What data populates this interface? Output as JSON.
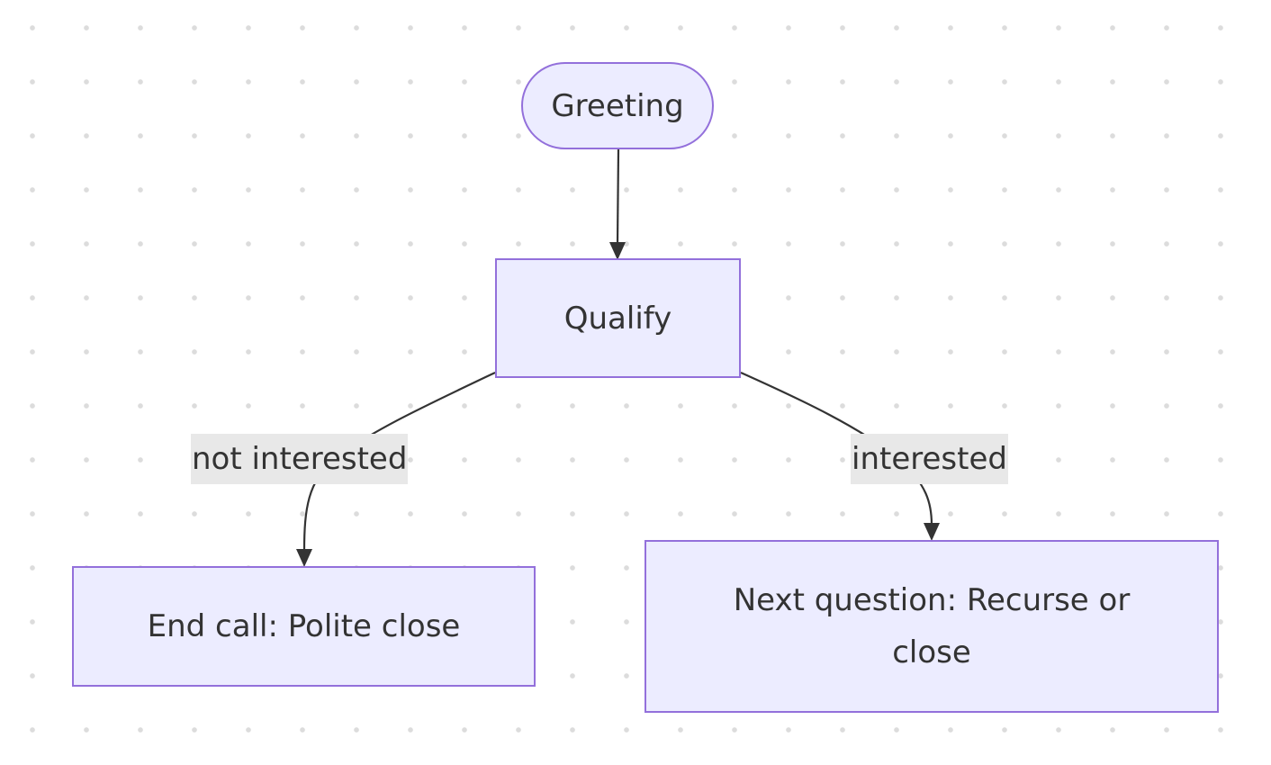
{
  "diagram": {
    "type": "flowchart",
    "colors": {
      "node_fill": "#ececff",
      "node_border": "#9370db",
      "edge": "#333333",
      "label_bg": "#e8e8e8",
      "text": "#333333"
    },
    "nodes": {
      "greeting": "Greeting",
      "qualify": "Qualify",
      "end_call": "End call: Polite close",
      "next_question": "Next question: Recurse or close"
    },
    "edges": [
      {
        "from": "Greeting",
        "to": "Qualify",
        "label": ""
      },
      {
        "from": "Qualify",
        "to": "End call: Polite close",
        "label": "not interested"
      },
      {
        "from": "Qualify",
        "to": "Next question: Recurse or close",
        "label": "interested"
      }
    ],
    "edge_labels": {
      "not_interested": "not interested",
      "interested": "interested"
    }
  }
}
